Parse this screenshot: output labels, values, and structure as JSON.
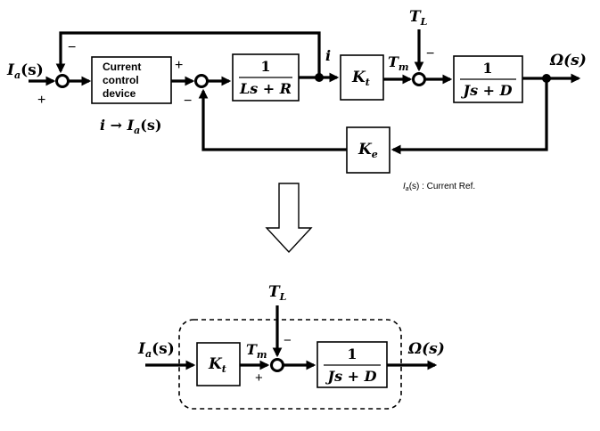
{
  "top": {
    "input": "I",
    "input_sub": "a",
    "input_arg": "(s)",
    "output": "Ω(s)",
    "current_block_line1": "Current",
    "current_block_line2": "control",
    "current_block_line3": "device",
    "mapping_left": "i → I",
    "mapping_sub": "a",
    "mapping_arg": "(s)",
    "tf_electrical_num": "1",
    "tf_electrical_den": "Ls + R",
    "gain_kt": "K",
    "gain_kt_sub": "t",
    "tf_mech_num": "1",
    "tf_mech_den": "Js + D",
    "gain_ke": "K",
    "gain_ke_sub": "e",
    "signal_i": "i",
    "signal_tm": "T",
    "signal_tm_sub": "m",
    "signal_tl": "T",
    "signal_tl_sub": "L",
    "sign_minus": "−",
    "sign_plus": "+",
    "note_main": "I",
    "note_sub": "a",
    "note_rest": "(s) : Current Ref."
  },
  "bottom": {
    "input": "I",
    "input_sub": "a",
    "input_arg": "(s)",
    "output": "Ω(s)",
    "gain_kt": "K",
    "gain_kt_sub": "t",
    "signal_tm": "T",
    "signal_tm_sub": "m",
    "signal_tl": "T",
    "signal_tl_sub": "L",
    "tf_num": "1",
    "tf_den": "Js + D",
    "sign_minus": "−",
    "sign_plus": "+"
  },
  "colors": {
    "stroke": "#000000",
    "background": "#ffffff"
  }
}
